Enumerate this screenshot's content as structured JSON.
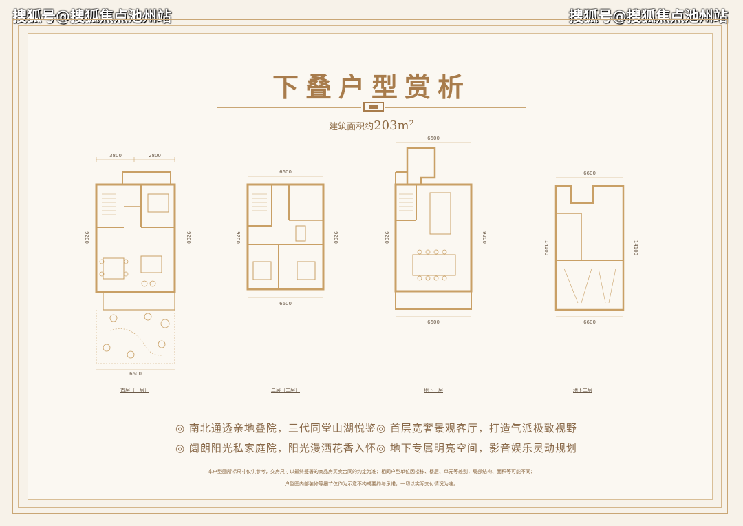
{
  "watermark": {
    "left": "搜狐号@搜狐焦点池州站",
    "right": "搜狐号@搜狐焦点池州站"
  },
  "header": {
    "title": "下叠户型赏析",
    "area_label": "建筑面积约",
    "area_value": "203m²"
  },
  "plans": [
    {
      "label": "首层（一层）",
      "dims": {
        "top_a": "3800",
        "top_b": "2800",
        "left": "9200",
        "right": "9200",
        "bottom": "6600"
      }
    },
    {
      "label": "二层（二层）",
      "dims": {
        "top": "6600",
        "left": "9200",
        "right": "9200",
        "bottom": "6600"
      }
    },
    {
      "label": "地下一层",
      "dims": {
        "top": "6600",
        "left": "9200",
        "right": "9200",
        "bottom": "6600"
      }
    },
    {
      "label": "地下二层",
      "dims": {
        "top": "6600",
        "left": "14100",
        "right": "14100",
        "bottom": "6600"
      }
    }
  ],
  "features": [
    "◎ 南北通透亲地叠院，三代同堂山湖悦鉴",
    "◎ 首层宽奢景观客厅，打造气派极致视野",
    "◎ 阔朗阳光私家庭院，阳光漫洒花香入怀",
    "◎ 地下专属明亮空间，影音娱乐灵动规划"
  ],
  "notes": [
    "本户型图所标尺寸仅供参考，交房尺寸以最终签署的商品房买卖合同的约定为准；相同户型单位因楼栋、楼层、单元等差别，局部结构、面积等可能不同；",
    "户型图内部装修等细节仅作为示意不构成要约与承诺，一切以实际交付情况为准。"
  ],
  "colors": {
    "accent": "#a87c4c",
    "wall": "#c9a066",
    "background": "#fbf8f2"
  }
}
